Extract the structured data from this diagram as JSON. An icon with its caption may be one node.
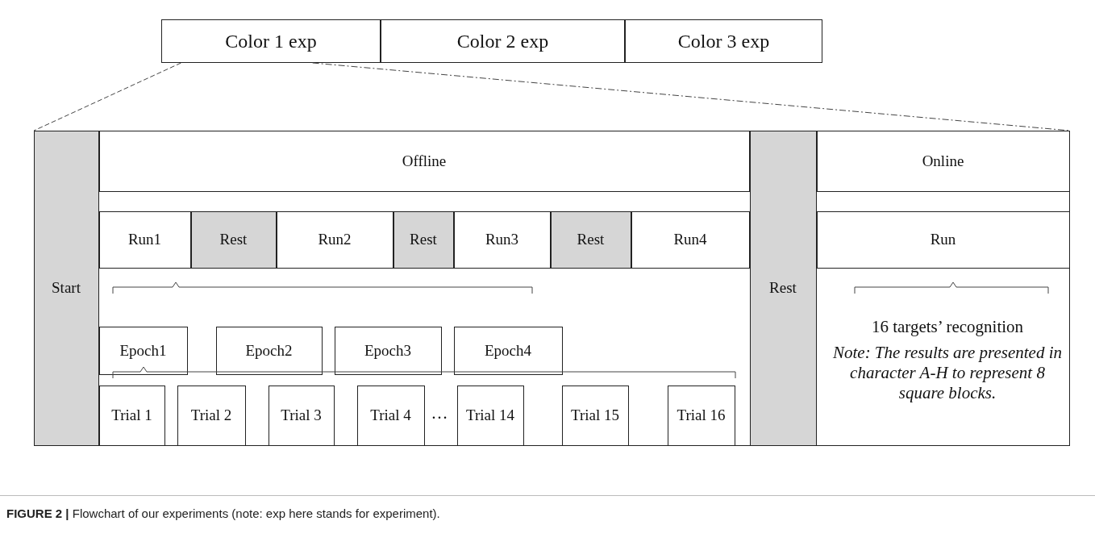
{
  "diagram": {
    "caption": "**FIGURE 2 |** Flowchart of our experiments (note: exp here stands for experiment).",
    "nodes": [
      {
        "text": [
          "Color 1 exp"
        ]
      },
      {
        "text": [
          "Color 2 exp"
        ]
      },
      {
        "text": [
          "Color 3 exp"
        ]
      },
      {
        "text": [],
        "shape": "box"
      },
      {
        "text": [
          "Start"
        ],
        "in": 3
      },
      {
        "text": [
          "Offline"
        ],
        "in": 3
      },
      {
        "text": [
          "Run1"
        ],
        "in": 3
      },
      {
        "text": [
          "Rest"
        ],
        "in": 3
      },
      {
        "text": [
          "Run2"
        ],
        "in": 3
      },
      {
        "text": [
          "Rest"
        ],
        "in": 3
      },
      {
        "text": [
          "Run3"
        ],
        "in": 3
      },
      {
        "text": [
          "Rest"
        ],
        "in": 3
      },
      {
        "text": [
          "Run4"
        ],
        "in": 3
      },
      {
        "text": [
          "Epoch1"
        ],
        "in": 3
      },
      {
        "text": [
          "Epoch2"
        ],
        "in": 3
      },
      {
        "text": [
          "Epoch3"
        ],
        "in": 3
      },
      {
        "text": [
          "Epoch4"
        ],
        "in": 3
      },
      {
        "text": [
          "Trial 1"
        ],
        "in": 3
      },
      {
        "text": [
          "Trial 2"
        ],
        "in": 3
      },
      {
        "text": [
          "Trial 3"
        ],
        "in": 3
      },
      {
        "text": [
          "Trial 4"
        ],
        "in": 3
      },
      {
        "text": [
          "Trial 14"
        ],
        "in": 3
      },
      {
        "text": [
          "Trial 15"
        ],
        "in": 3
      },
      {
        "text": [
          "Trial 16"
        ],
        "in": 3
      },
      {
        "text": [
          "Rest"
        ],
        "in": 3
      },
      {
        "text": [
          "Online"
        ],
        "in": 3
      },
      {
        "text": [
          "Run"
        ],
        "in": 3
      }
    ],
    "edges": [
      {
        "from": 0,
        "to": 3,
        "arrow": "none",
        "style": "dashed"
      },
      {
        "from": 0,
        "to": 3,
        "arrow": "none",
        "style": "dashed"
      }
    ],
    "labels": [
      "…",
      "16 targets’ recognition",
      "Note: The results are presented in character A-H to represent 8 square blocks."
    ]
  }
}
